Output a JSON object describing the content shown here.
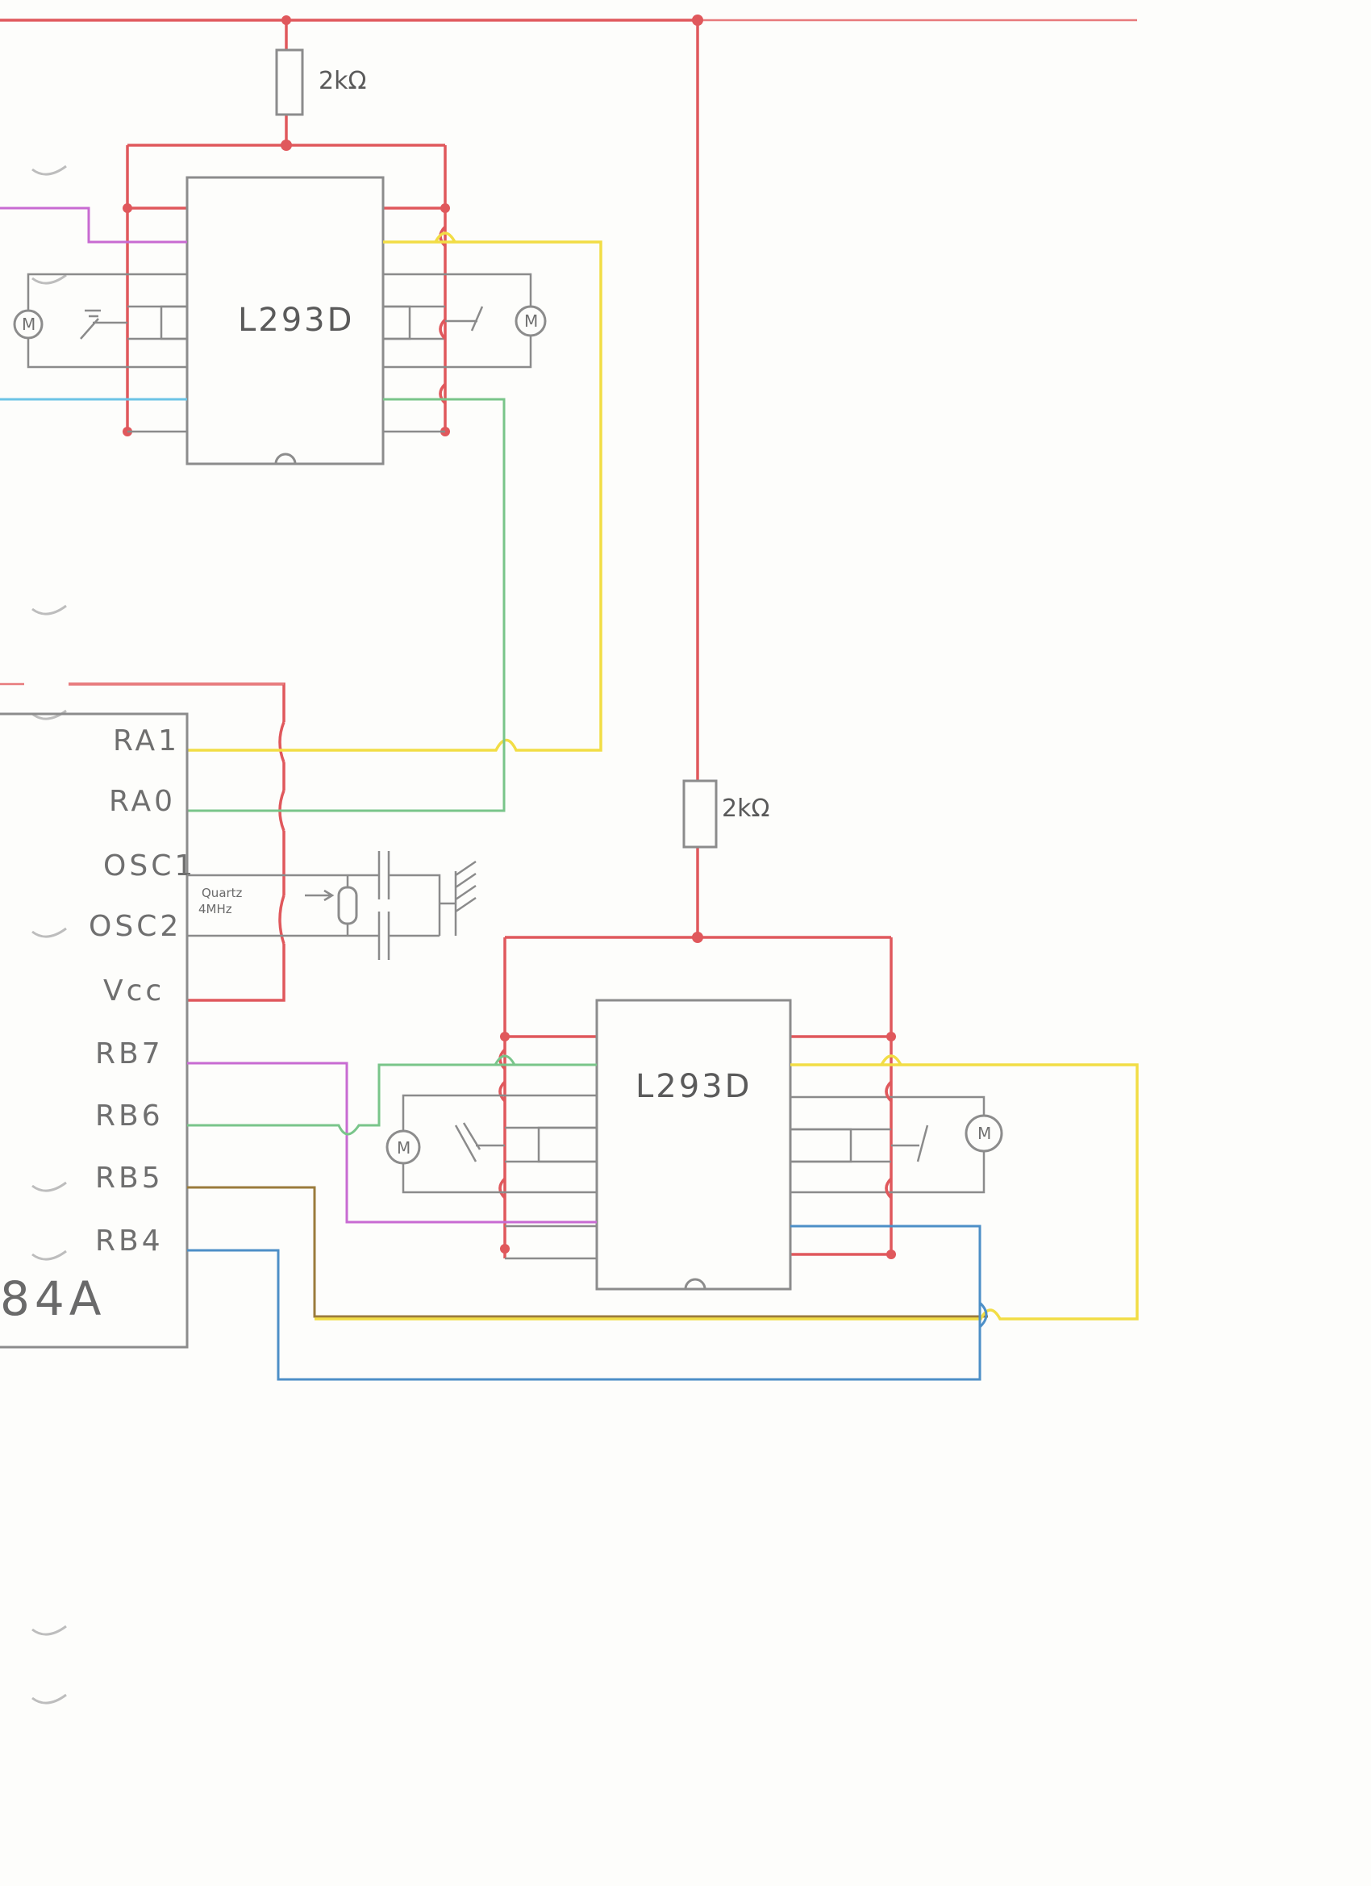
{
  "title": "",
  "components": {
    "driver_top": {
      "label": "L293D"
    },
    "driver_bottom": {
      "label": "L293D"
    },
    "resistor_top": {
      "label": "2kΩ"
    },
    "resistor_mid": {
      "label": "2kΩ"
    },
    "microcontroller": {
      "label": "84A",
      "pins": [
        "RA1",
        "RA0",
        "OSC1",
        "OSC2",
        "Vcc",
        "RB7",
        "RB6",
        "RB5",
        "RB4"
      ]
    },
    "crystal": {
      "label_line1": "Quartz",
      "label_line2": "4MHz"
    },
    "motor_symbol": "M"
  },
  "colors": {
    "power": "#e0585c",
    "yellow_wire": "#f2dd45",
    "green_wire": "#79c58a",
    "purple_wire": "#c86bd2",
    "blue_wire": "#4d8fc7",
    "cyan_wire": "#6cc4e6",
    "brown_wire": "#9a7b3c",
    "component_outline": "#8c8c8c"
  }
}
